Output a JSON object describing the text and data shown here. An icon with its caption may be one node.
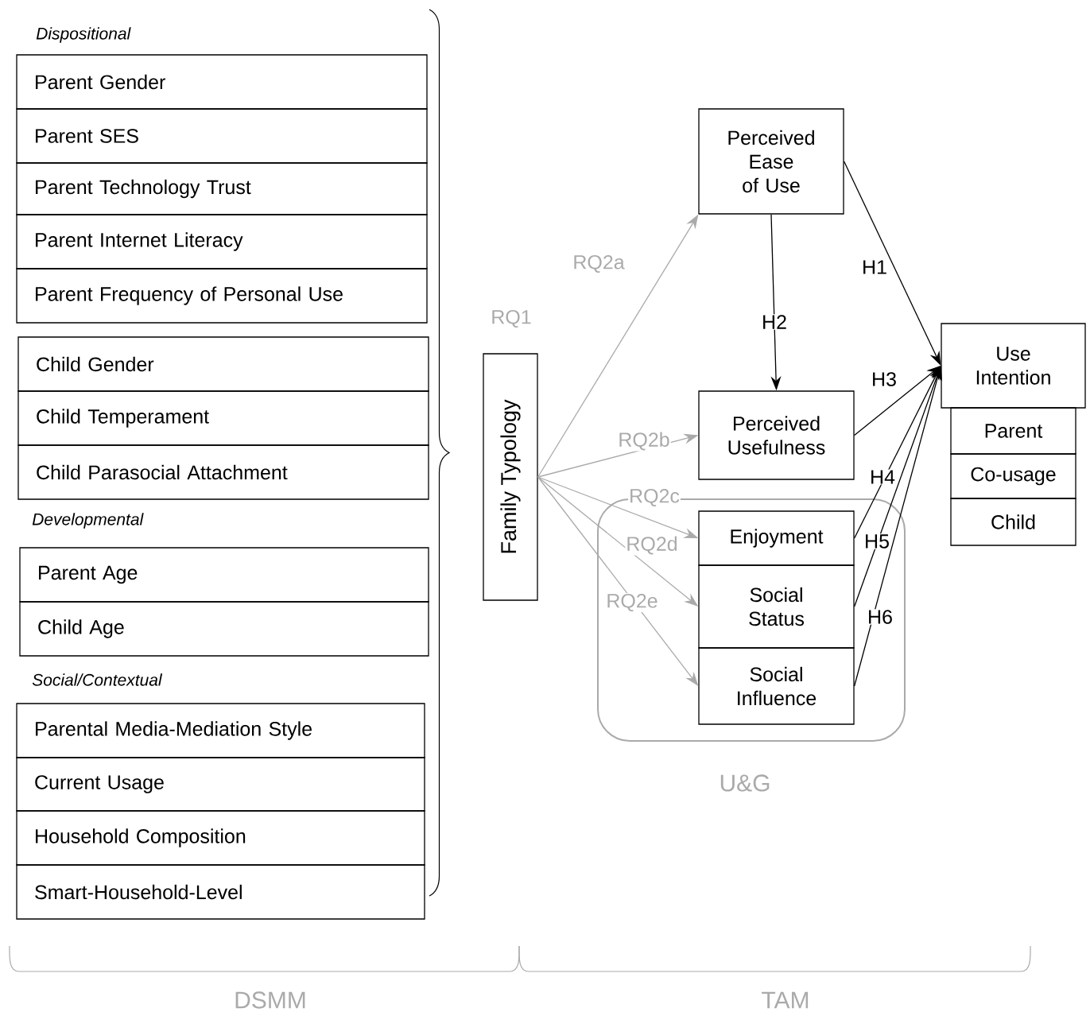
{
  "diagram": {
    "nodes": [
      {
        "text": [
          "Parent Gender"
        ]
      },
      {
        "text": [
          "Parent SES"
        ]
      },
      {
        "text": [
          "Parent Technology Trust"
        ]
      },
      {
        "text": [
          "Parent Internet Literacy"
        ]
      },
      {
        "text": [
          "Parent Frequency of Personal Use"
        ]
      },
      {
        "text": [
          "Child Gender"
        ]
      },
      {
        "text": [
          "Child Temperament"
        ]
      },
      {
        "text": [
          "Child Parasocial Attachment"
        ]
      },
      {
        "text": [
          "Parent Age"
        ]
      },
      {
        "text": [
          "Child Age"
        ]
      },
      {
        "text": [
          "Parental Media-Mediation Style"
        ]
      },
      {
        "text": [
          "Current Usage"
        ]
      },
      {
        "text": [
          "Household Composition"
        ]
      },
      {
        "text": [
          "Smart-Household-Level"
        ]
      },
      {
        "text": [
          "Family Typology"
        ]
      },
      {
        "text": [
          "Perceived Ease of Use"
        ]
      },
      {
        "text": [
          "Perceived Usefulness"
        ]
      },
      {
        "text": [
          "U&G"
        ]
      },
      {
        "text": [
          "Enjoyment"
        ],
        "in": 17
      },
      {
        "text": [
          "Social Status"
        ],
        "in": 17
      },
      {
        "text": [
          "Social Influence"
        ],
        "in": 17
      },
      {
        "text": [
          "Use Intention"
        ]
      },
      {
        "text": [
          "Parent"
        ]
      },
      {
        "text": [
          "Co-usage"
        ]
      },
      {
        "text": [
          "Child"
        ]
      }
    ],
    "edges": [
      {
        "from": 14,
        "to": 15,
        "arrow": "to",
        "label": "RQ2a",
        "color": "#aaaaaa"
      },
      {
        "from": 14,
        "to": 16,
        "arrow": "to",
        "label": "RQ2b",
        "color": "#aaaaaa"
      },
      {
        "from": 14,
        "to": 18,
        "arrow": "to",
        "label": "RQ2c",
        "color": "#aaaaaa"
      },
      {
        "from": 14,
        "to": 19,
        "arrow": "to",
        "label": "RQ2d",
        "color": "#aaaaaa"
      },
      {
        "from": 14,
        "to": 20,
        "arrow": "to",
        "label": "RQ2e",
        "color": "#aaaaaa"
      },
      {
        "from": 15,
        "to": 21,
        "arrow": "to",
        "label": "H1"
      },
      {
        "from": 15,
        "to": 16,
        "arrow": "to",
        "label": "H2"
      },
      {
        "from": 16,
        "to": 21,
        "arrow": "to",
        "label": "H3"
      },
      {
        "from": 18,
        "to": 21,
        "arrow": "to",
        "label": "H4"
      },
      {
        "from": 19,
        "to": 21,
        "arrow": "to",
        "label": "H5"
      },
      {
        "from": 20,
        "to": 21,
        "arrow": "to",
        "label": "H6"
      }
    ],
    "labels": [
      "Dispositional",
      "Developmental",
      "Social/Contextual",
      "RQ1",
      "DSMM",
      "TAM"
    ]
  }
}
